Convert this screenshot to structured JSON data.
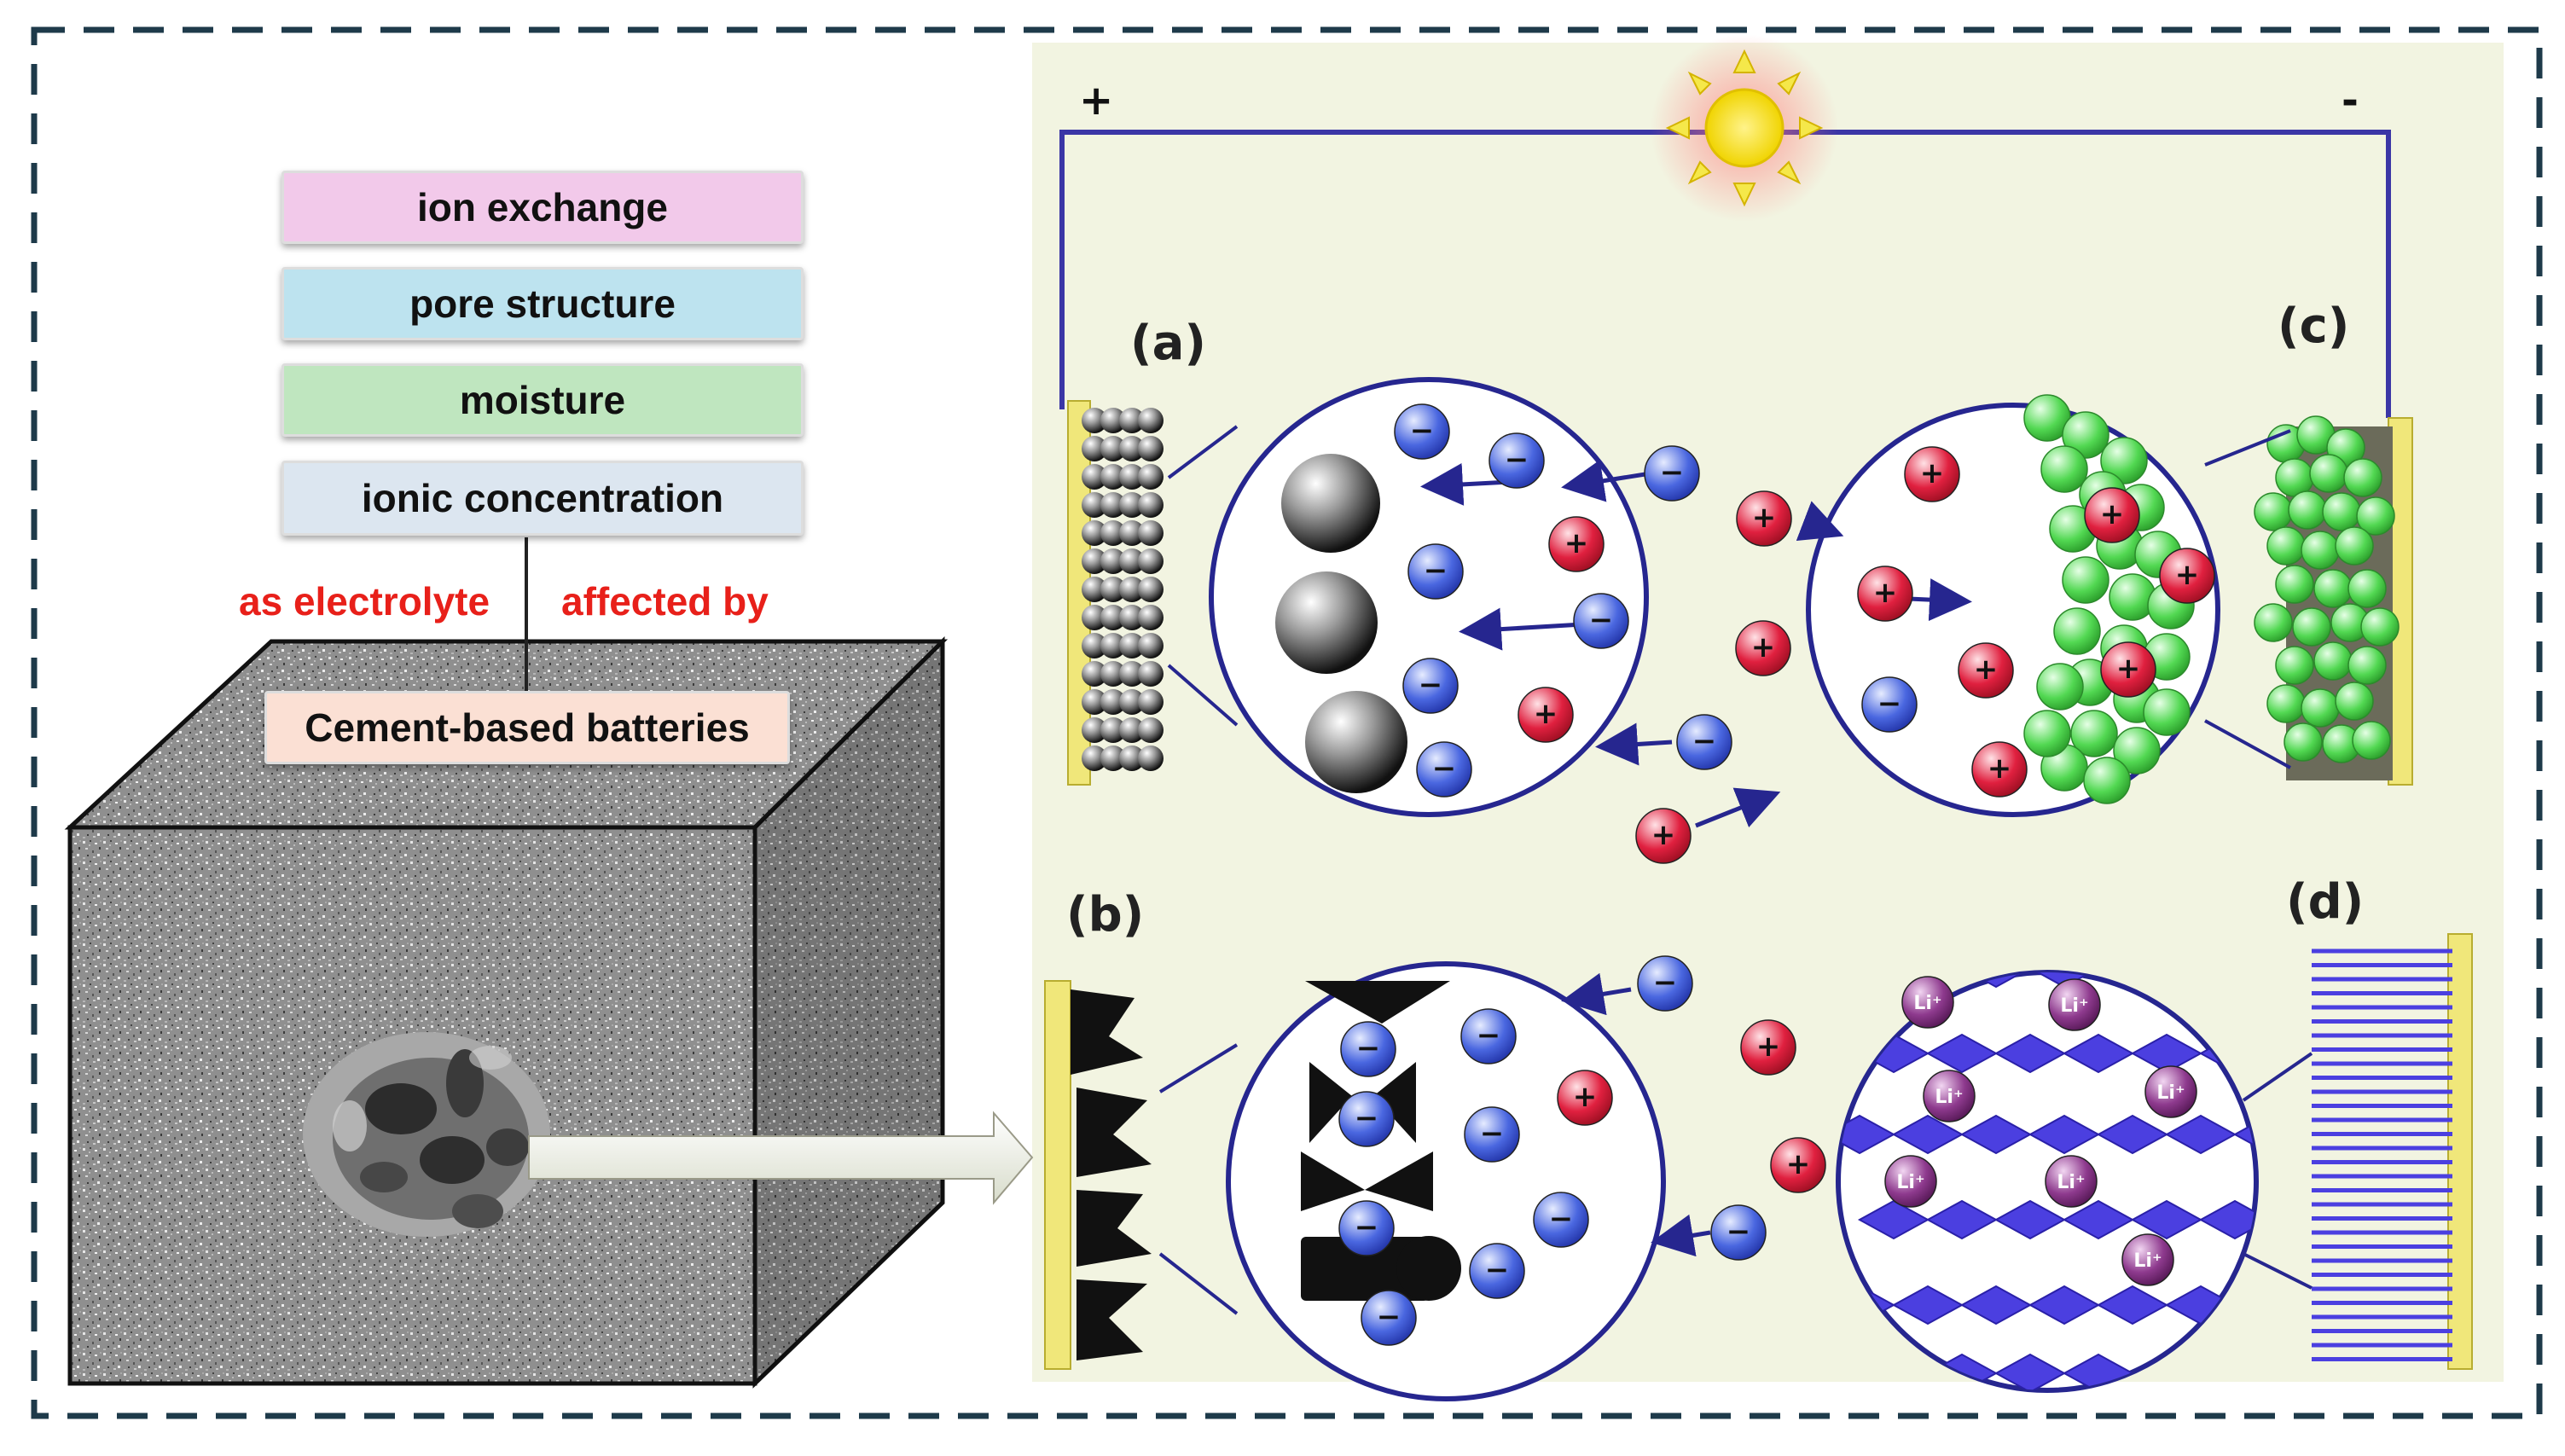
{
  "factors": {
    "ion_exchange": "ion exchange",
    "pore_structure": "pore structure",
    "moisture": "moisture",
    "ionic_concentration": "ionic concentration"
  },
  "relations": {
    "as_electrolyte": "as electrolyte",
    "affected_by": "affected by"
  },
  "center_label": "Cement-based batteries",
  "panel": {
    "terminal_plus": "+",
    "terminal_minus": "-",
    "label_a": "(a)",
    "label_b": "(b)",
    "label_c": "(c)",
    "label_d": "(d)",
    "anion_sign": "−",
    "cation_sign": "+",
    "li_label": "Li⁺"
  },
  "colors": {
    "ion_exchange_fill": "#f2c9ea",
    "pore_structure_fill": "#bde3ef",
    "moisture_fill": "#bfe6bf",
    "ionic_concentration_fill": "#dce6f0",
    "cement_label_fill": "#fbe0d4",
    "relation_text": "#e8201a",
    "panel_background": "#f2f4e1",
    "wire": "#3b36a6",
    "anion": "#3a57d6",
    "cation": "#d91c3a",
    "active_material": "#4fdc4f",
    "lithium_ion": "#8a2c8a",
    "lattice": "#4b3fe0",
    "sun": "#f5e84a"
  }
}
